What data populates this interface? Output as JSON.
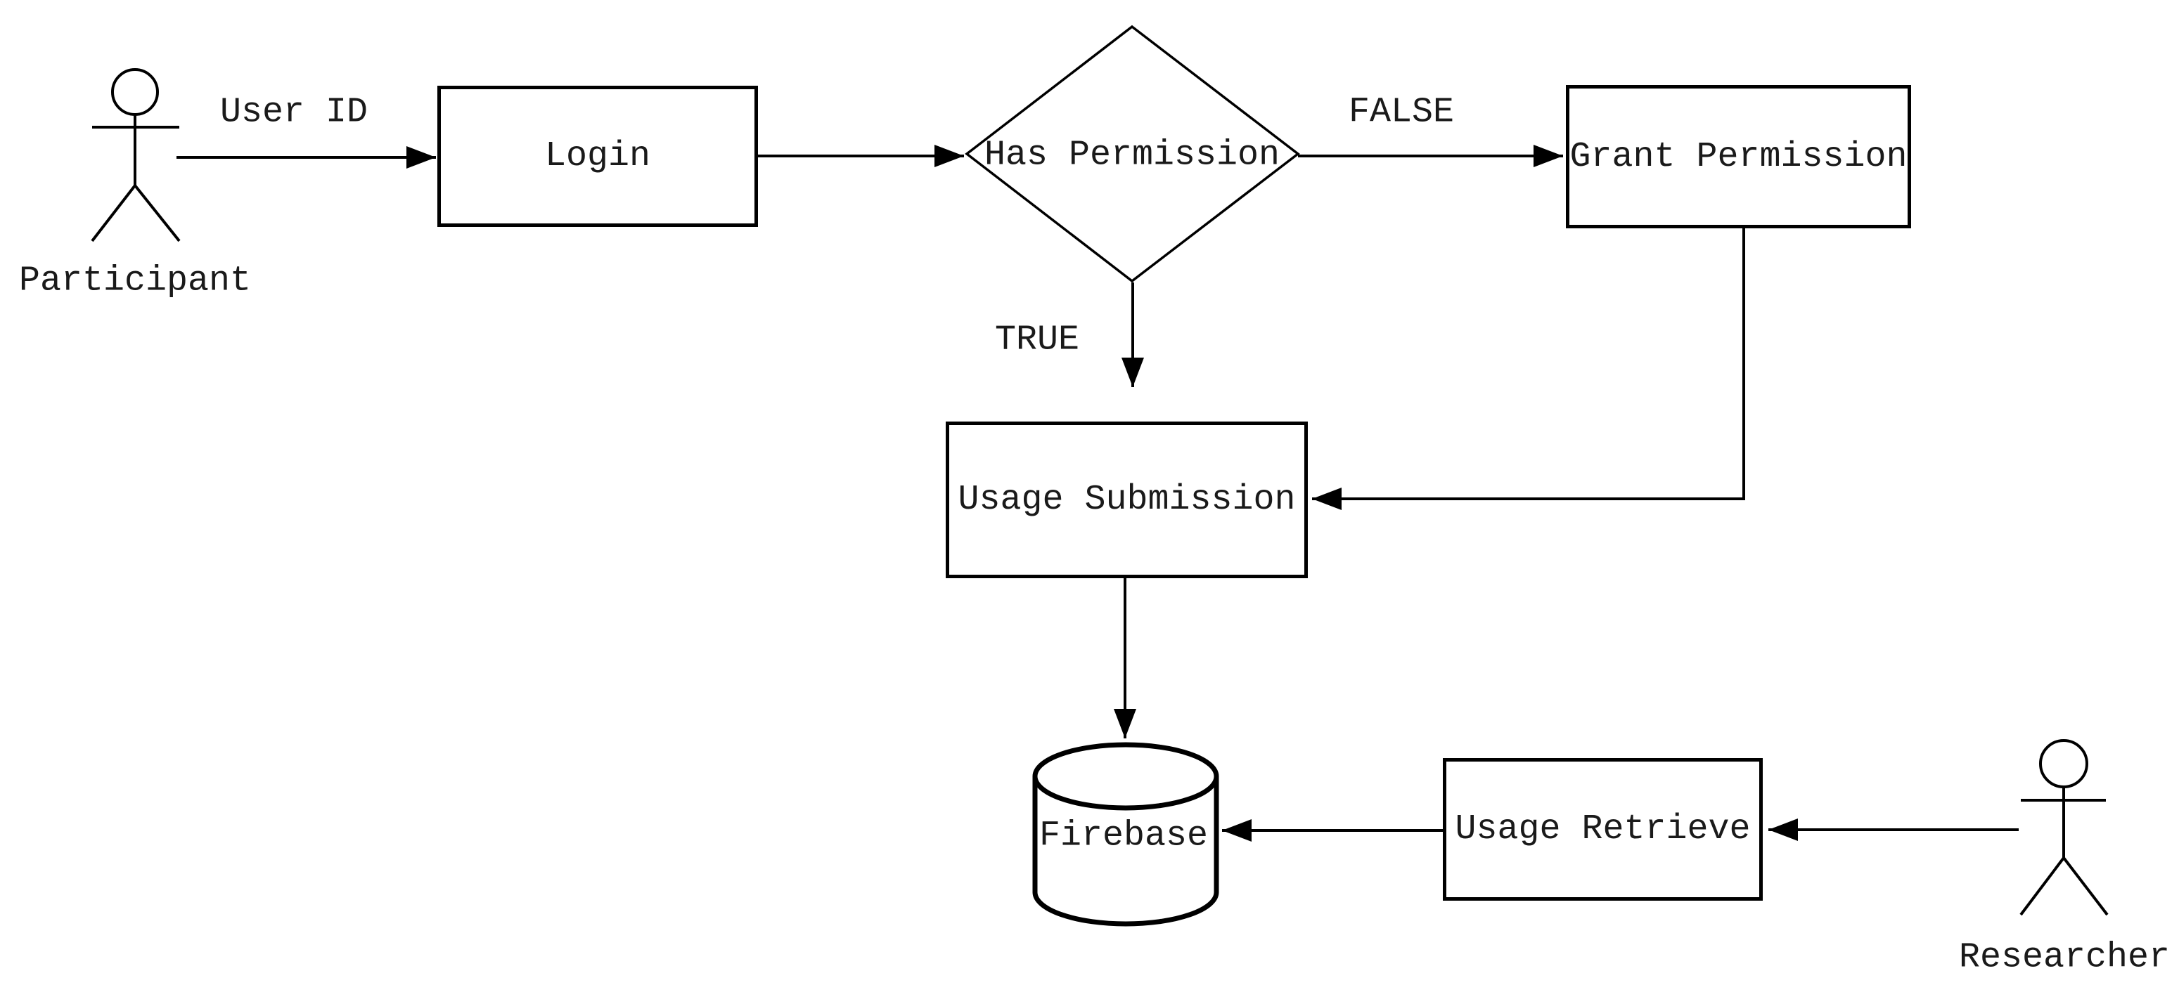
{
  "diagram": {
    "type": "flowchart",
    "background": "#ffffff",
    "line_color": "#000000",
    "text_color": "#1a1a1a",
    "actors": [
      {
        "id": "participant",
        "label": "Participant"
      },
      {
        "id": "researcher",
        "label": "Researcher"
      }
    ],
    "nodes": [
      {
        "id": "login",
        "type": "process",
        "label": "Login"
      },
      {
        "id": "has-permission",
        "type": "decision",
        "label": "Has Permission"
      },
      {
        "id": "grant-permission",
        "type": "process",
        "label": "Grant Permission"
      },
      {
        "id": "usage-submission",
        "type": "process",
        "label": "Usage Submission"
      },
      {
        "id": "firebase",
        "type": "database",
        "label": "Firebase"
      },
      {
        "id": "usage-retrieve",
        "type": "process",
        "label": "Usage Retrieve"
      }
    ],
    "edges": [
      {
        "from": "participant",
        "to": "login",
        "label": "User ID"
      },
      {
        "from": "login",
        "to": "has-permission",
        "label": ""
      },
      {
        "from": "has-permission",
        "to": "grant-permission",
        "label": "FALSE"
      },
      {
        "from": "has-permission",
        "to": "usage-submission",
        "label": "TRUE"
      },
      {
        "from": "grant-permission",
        "to": "usage-submission",
        "label": ""
      },
      {
        "from": "usage-submission",
        "to": "firebase",
        "label": ""
      },
      {
        "from": "usage-retrieve",
        "to": "firebase",
        "label": ""
      },
      {
        "from": "researcher",
        "to": "usage-retrieve",
        "label": ""
      }
    ]
  }
}
